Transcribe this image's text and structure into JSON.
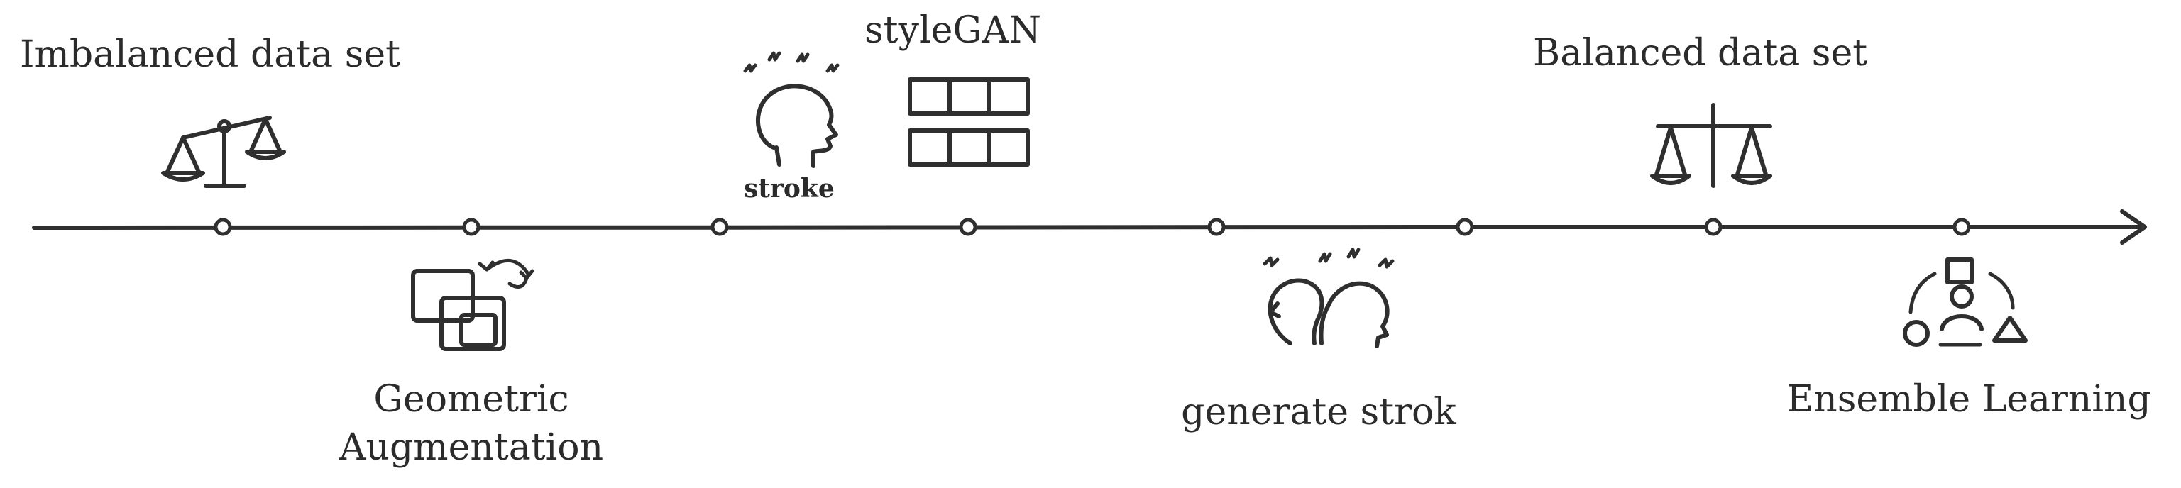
{
  "labels": {
    "imbalanced": "Imbalanced data set",
    "stylegan": "styleGAN",
    "stroke": "stroke",
    "balanced": "Balanced data set",
    "geometric_line1": "Geometric",
    "geometric_line2": "Augmentation",
    "generate": "generate strok",
    "ensemble": "Ensemble Learning"
  },
  "icons": {
    "imbalanced": "unbalanced-scale-icon",
    "stroke": "head-stroke-icon",
    "stylegan": "grid-icon",
    "balanced": "balanced-scale-icon",
    "geometric": "overlapping-squares-icon",
    "generate": "two-heads-icon",
    "ensemble": "ensemble-people-icon"
  },
  "colors": {
    "ink": "#2f2f2f",
    "background": "#ffffff"
  }
}
